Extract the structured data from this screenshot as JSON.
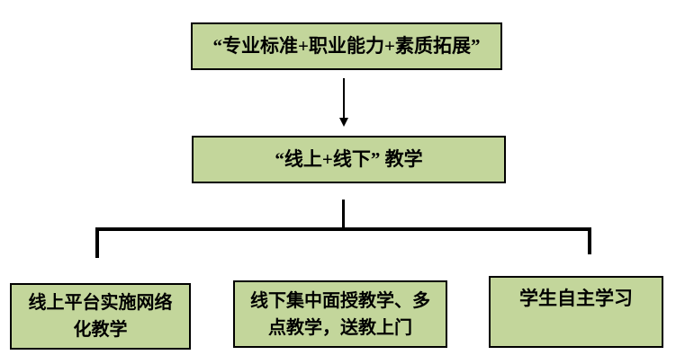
{
  "diagram": {
    "type": "flowchart",
    "colors": {
      "node_fill": "#c3d69b",
      "node_border": "#000000",
      "connector": "#000000",
      "background": "#ffffff",
      "text": "#000000"
    },
    "nodes": {
      "top": {
        "label": "“专业标准+职业能力+素质拓展”"
      },
      "middle": {
        "label": "“线上+线下” 教学"
      },
      "bottom_left": {
        "label": "线上平台实施网络化教学",
        "lines": [
          "线上平台实施网络",
          "化教学"
        ]
      },
      "bottom_middle": {
        "label": "线下集中面授教学、多点教学，送教上门",
        "lines": [
          "线下集中面授教学、多",
          "点教学，送教上门"
        ]
      },
      "bottom_right": {
        "label": "学生自主学习"
      }
    },
    "edges": [
      {
        "from": "top",
        "to": "middle",
        "style": "arrow"
      },
      {
        "from": "middle",
        "to": "bottom_left",
        "style": "elbow"
      },
      {
        "from": "middle",
        "to": "bottom_middle",
        "style": "elbow"
      },
      {
        "from": "middle",
        "to": "bottom_right",
        "style": "elbow"
      }
    ]
  }
}
